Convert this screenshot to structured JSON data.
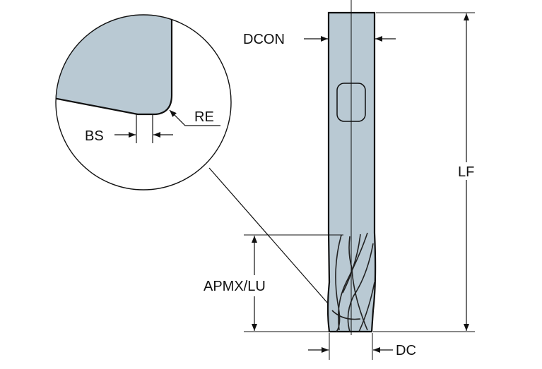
{
  "title": "End mill dimension diagram",
  "labels": {
    "dcon": "DCON",
    "lf": "LF",
    "apmx": "APMX/LU",
    "dc": "DC",
    "bs": "BS",
    "re": "RE"
  },
  "colors": {
    "tool_fill": "#b9c9d3",
    "line": "#111111"
  }
}
